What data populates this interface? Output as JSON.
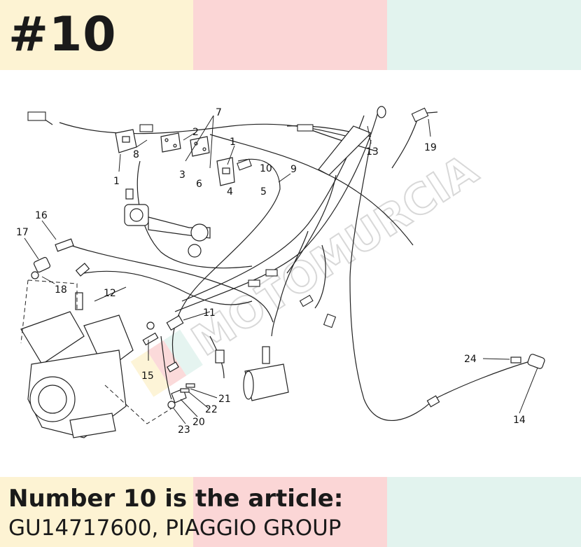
{
  "header": {
    "part_number": "#10"
  },
  "caption": {
    "line1": "Number 10 is the article:",
    "line2": "GU14717600, PIAGGIO GROUP"
  },
  "watermark": {
    "text": "MOTOMURCIA"
  },
  "colors": {
    "band_yellow": "#fdf3d3",
    "band_pink": "#fbd6d6",
    "band_mint": "#e2f3ee",
    "line": "#222222"
  },
  "callouts": [
    "1",
    "1",
    "2",
    "3",
    "4",
    "5",
    "6",
    "7",
    "8",
    "9",
    "10",
    "11",
    "12",
    "13",
    "14",
    "15",
    "16",
    "17",
    "18",
    "19",
    "20",
    "21",
    "22",
    "23",
    "24"
  ]
}
